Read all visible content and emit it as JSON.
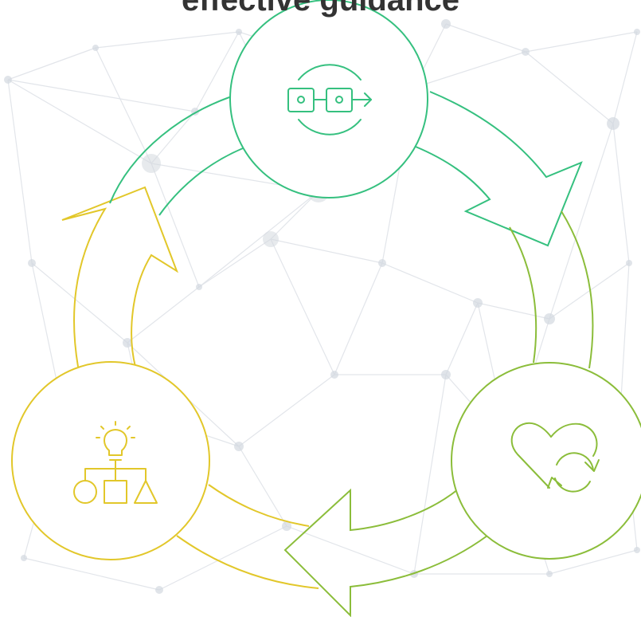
{
  "title": "effective guidance",
  "colors": {
    "background": "#ffffff",
    "network_lines": "#d9dde3",
    "network_nodes": "#c9cfd8",
    "cycle_teal": "#35c07f",
    "cycle_green": "#8bbd3a",
    "cycle_yellow": "#e2c72a"
  },
  "stages": [
    {
      "name": "top",
      "icon": "process-flow-icon",
      "color": "#35c07f"
    },
    {
      "name": "bottom-right",
      "icon": "heart-refresh-icon",
      "color": "#8bbd3a"
    },
    {
      "name": "bottom-left",
      "icon": "idea-hierarchy-icon",
      "color": "#e2c72a"
    }
  ]
}
